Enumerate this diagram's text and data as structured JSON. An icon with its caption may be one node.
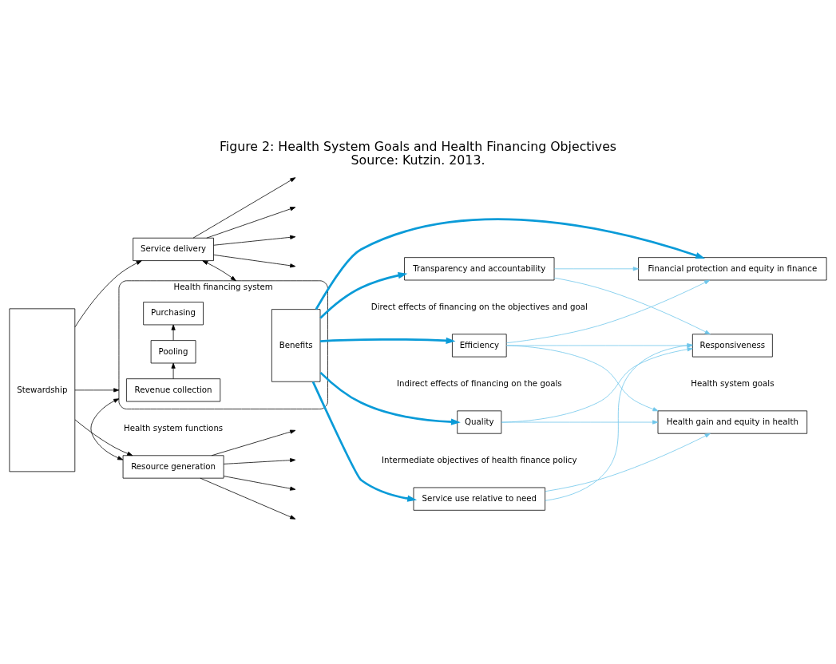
{
  "diagram": {
    "title": "Figure 2: Health System Goals and Health Financing Objectives",
    "caption": "Source: Kutzin. 2013.",
    "nodes": [
      {
        "text": [
          "Stewardship"
        ]
      },
      {
        "text": [
          "Resource generation"
        ]
      },
      {
        "text": [
          "Health financing system"
        ]
      },
      {
        "text": [
          "Revenue collection"
        ],
        "in": 2
      },
      {
        "text": [
          "Pooling"
        ],
        "in": 2
      },
      {
        "text": [
          "Purchasing"
        ],
        "in": 2
      },
      {
        "text": [
          "Benefits"
        ],
        "in": 2
      },
      {
        "text": [
          "Service delivery"
        ]
      },
      {
        "text": [
          "Service use relative to need"
        ]
      },
      {
        "text": [
          "Efficiency"
        ]
      },
      {
        "text": [
          "Quality"
        ]
      },
      {
        "text": [
          "Transparency and accountability"
        ]
      },
      {
        "text": [
          "Health gain and equity in health"
        ]
      },
      {
        "text": [
          "Financial protection and equity in finance"
        ]
      },
      {
        "text": [
          "Responsiveness"
        ]
      }
    ],
    "edges": [
      {
        "from": 0,
        "to": 1,
        "arrow": "to"
      },
      {
        "from": 0,
        "to": 2,
        "arrow": "to"
      },
      {
        "from": 0,
        "to": 7,
        "arrow": "to"
      },
      {
        "from": 1,
        "to": 2,
        "arrow": "both"
      },
      {
        "from": 2,
        "to": 7,
        "arrow": "both"
      },
      {
        "from": 3,
        "to": 4,
        "arrow": "to"
      },
      {
        "from": 4,
        "to": 5,
        "arrow": "to"
      },
      {
        "from": 1,
        "to": null,
        "arrow": "to"
      },
      {
        "from": 1,
        "to": null,
        "arrow": "to"
      },
      {
        "from": 1,
        "to": null,
        "arrow": "to"
      },
      {
        "from": 1,
        "to": null,
        "arrow": "to"
      },
      {
        "from": 7,
        "to": null,
        "arrow": "to"
      },
      {
        "from": 7,
        "to": null,
        "arrow": "to"
      },
      {
        "from": 7,
        "to": null,
        "arrow": "to"
      },
      {
        "from": 7,
        "to": null,
        "arrow": "to"
      },
      {
        "from": 6,
        "to": 8,
        "arrow": "to",
        "style": "thick",
        "color": "#0a9bd8"
      },
      {
        "from": 6,
        "to": 9,
        "arrow": "to",
        "style": "thick",
        "color": "#0a9bd8"
      },
      {
        "from": 6,
        "to": 13,
        "arrow": "to",
        "style": "thick",
        "color": "#0a9bd8"
      },
      {
        "from": 6,
        "to": 10,
        "arrow": "to",
        "style": "thick",
        "color": "#0a9bd8"
      },
      {
        "from": 6,
        "to": 11,
        "arrow": "to",
        "style": "thick",
        "color": "#0a9bd8"
      },
      {
        "from": 8,
        "to": 12,
        "arrow": "to",
        "color": "#6ec6ea"
      },
      {
        "from": 8,
        "to": 14,
        "arrow": "to",
        "color": "#6ec6ea"
      },
      {
        "from": 9,
        "to": 12,
        "arrow": "to",
        "color": "#6ec6ea"
      },
      {
        "from": 9,
        "to": 13,
        "arrow": "to",
        "color": "#6ec6ea"
      },
      {
        "from": 9,
        "to": 14,
        "arrow": "to",
        "color": "#6ec6ea"
      },
      {
        "from": 10,
        "to": 12,
        "arrow": "to",
        "color": "#6ec6ea"
      },
      {
        "from": 10,
        "to": 14,
        "arrow": "to",
        "color": "#6ec6ea"
      },
      {
        "from": 11,
        "to": 13,
        "arrow": "to",
        "color": "#6ec6ea"
      },
      {
        "from": 11,
        "to": 14,
        "arrow": "to",
        "color": "#6ec6ea"
      }
    ],
    "labels": [
      "Health system functions",
      "Intermediate objectives of health finance policy",
      "Health system goals"
    ],
    "legend": [
      {
        "text": "Direct effects of financing on the objectives and goal"
      },
      {
        "text": "Indirect effects of financing on the goals"
      }
    ]
  }
}
